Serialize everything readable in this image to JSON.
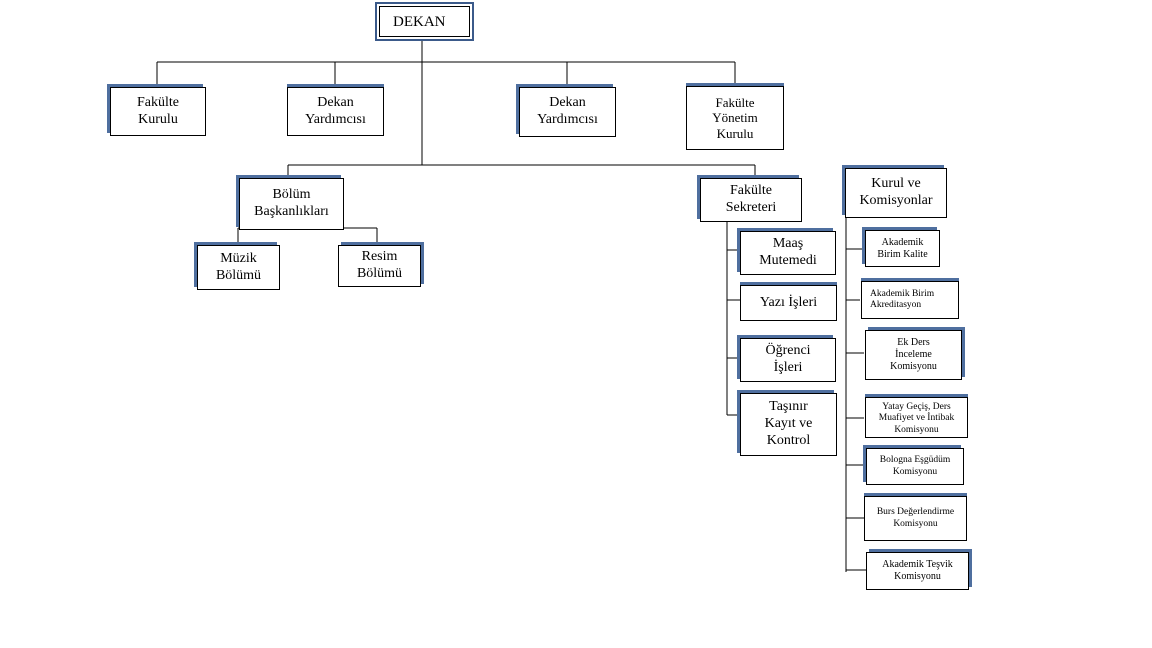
{
  "org_chart": {
    "dean": "DEKAN",
    "faculty_board": "Fakülte\nKurulu",
    "vice_dean_1": "Dekan\nYardımcısı",
    "vice_dean_2": "Dekan\nYardımcısı",
    "faculty_executive_board": "Fakülte\nYönetim\nKurulu",
    "department_heads": "Bölüm\nBaşkanlıkları",
    "music_department": "Müzik\nBölümü",
    "painting_department": "Resim\nBölümü",
    "faculty_secretary": "Fakülte\nSekreteri",
    "payroll_officer": "Maaş\nMutemedi",
    "clerical_affairs": "Yazı İşleri",
    "student_affairs": "Öğrenci\nİşleri",
    "movable_property": "Taşınır\nKayıt ve\nKontrol",
    "boards_and_commissions": "Kurul ve\nKomisyonlar",
    "commissions": [
      "Akademik\nBirim Kalite",
      "Akademik Birim\nAkreditasyon",
      "Ek Ders\nİnceleme\nKomisyonu",
      "Yatay Geçiş, Ders\nMuafiyet ve İntibak\nKomisyonu",
      "Bologna Eşgüdüm\nKomisyonu",
      "Burs Değerlendirme\nKomisyonu",
      "Akademik Teşvik\nKomisyonu"
    ]
  }
}
